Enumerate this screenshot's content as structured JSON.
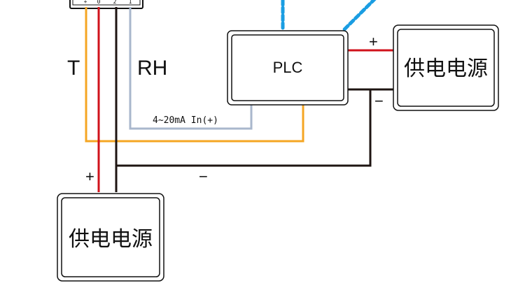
{
  "colors": {
    "temperature_wire": "#F5A623",
    "positive_wire": "#D0121B",
    "negative_wire": "#1E1412",
    "humidity_wire": "#A9B7CC",
    "communication_wire": "#1A9DE2",
    "box_border": "#111111"
  },
  "labels": {
    "temperature": "T",
    "humidity": "RH",
    "signal": "4~20mA In(+)",
    "plc": "PLC",
    "power_supply_right": "供电电源",
    "power_supply_bottom": "供电电源",
    "plus_right": "+",
    "minus_right": "−",
    "plus_left": "+",
    "minus_mid": "−"
  },
  "terminal_block": {
    "pins": [
      "+",
      "0",
      "2",
      "1"
    ]
  }
}
